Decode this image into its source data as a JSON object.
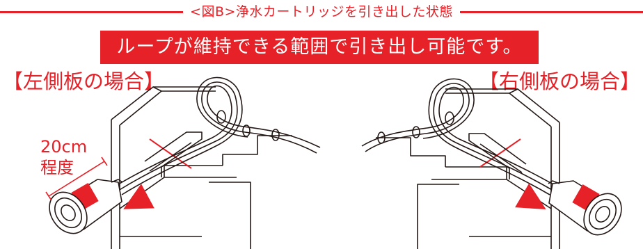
{
  "header": {
    "title": "<図B>浄水カートリッジを引き出した状態"
  },
  "banner": {
    "text": "ループが維持できる範囲で引き出し可能です。"
  },
  "cases": {
    "left_label": "【左側板の場合】",
    "right_label": "【右側板の場合】"
  },
  "dimension": {
    "value": "20cm",
    "qualifier": "程度"
  },
  "colors": {
    "accent": "#e62127",
    "line": "#231815"
  }
}
